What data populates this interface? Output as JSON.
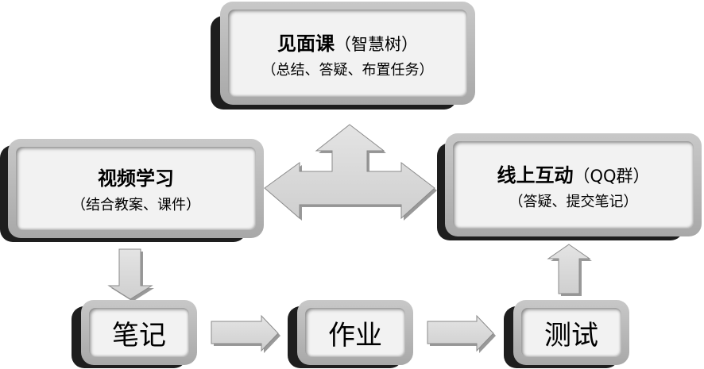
{
  "top": {
    "title": "见面课",
    "title_note": "（智慧树）",
    "subtitle": "（总结、答疑、布置任务）"
  },
  "left": {
    "title": "视频学习",
    "subtitle": "（结合教案、课件）"
  },
  "right": {
    "title": "线上互动",
    "title_note": "（QQ群）",
    "subtitle": "（答疑、提交笔记）"
  },
  "steps": [
    "笔记",
    "作业",
    "测试"
  ]
}
